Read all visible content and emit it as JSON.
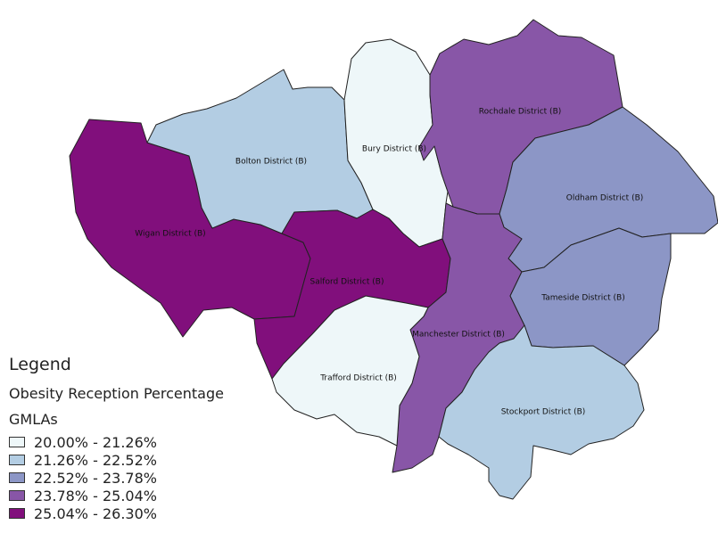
{
  "map": {
    "districts": [
      {
        "id": "wigan",
        "label": "Wigan District (B)",
        "class": 4
      },
      {
        "id": "bolton",
        "label": "Bolton District (B)",
        "class": 1
      },
      {
        "id": "bury",
        "label": "Bury District (B)",
        "class": 0
      },
      {
        "id": "rochdale",
        "label": "Rochdale District (B)",
        "class": 3
      },
      {
        "id": "oldham",
        "label": "Oldham District (B)",
        "class": 2
      },
      {
        "id": "salford",
        "label": "Salford District (B)",
        "class": 4
      },
      {
        "id": "manchester",
        "label": "Manchester District (B)",
        "class": 3
      },
      {
        "id": "tameside",
        "label": "Tameside District (B)",
        "class": 2
      },
      {
        "id": "trafford",
        "label": "Trafford District (B)",
        "class": 0
      },
      {
        "id": "stockport",
        "label": "Stockport District (B)",
        "class": 1
      }
    ]
  },
  "legend": {
    "title": "Legend",
    "subtitle": "Obesity Reception Percentage",
    "group": "GMLAs",
    "items": [
      {
        "label": "20.00% - 21.26%",
        "color": "#eef7f9"
      },
      {
        "label": "21.26% - 22.52%",
        "color": "#b3cde3"
      },
      {
        "label": "22.52% - 23.78%",
        "color": "#8c96c6"
      },
      {
        "label": "23.78% - 25.04%",
        "color": "#8856a7"
      },
      {
        "label": "25.04% - 26.30%",
        "color": "#810f7c"
      }
    ]
  }
}
